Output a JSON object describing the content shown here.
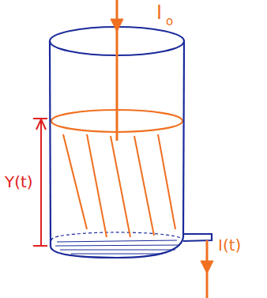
{
  "diagram": {
    "labels": [
      "I",
      "o",
      "Y(t)",
      "I(t)"
    ]
  }
}
